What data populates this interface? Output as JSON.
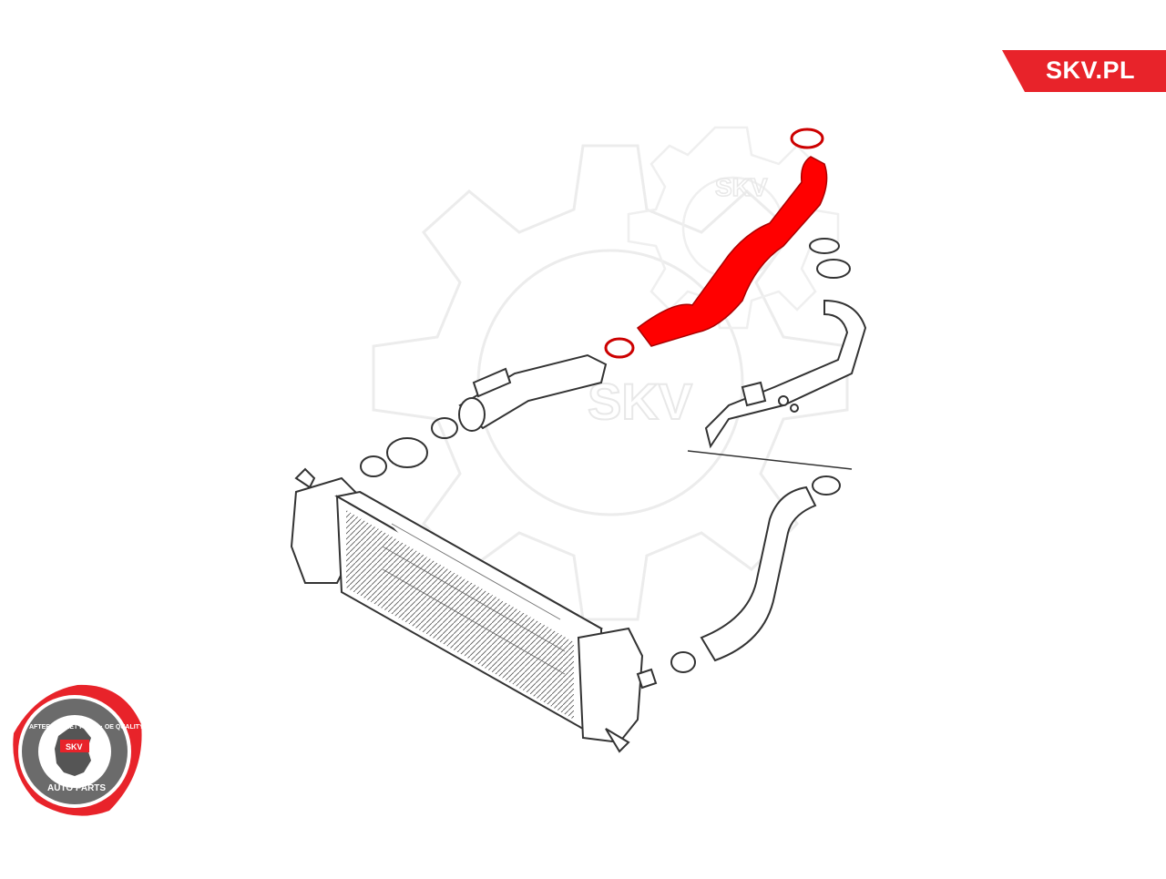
{
  "header": {
    "brand": "SKV.PL"
  },
  "watermark": {
    "text_center": "SKV",
    "text_small": "SKV"
  },
  "badge": {
    "arc_top": "AFTERMARKET PRICE · OE QUALITY",
    "arc_bottom": "AUTO PARTS",
    "center": "SKV"
  },
  "colors": {
    "accent": "#e8232a",
    "highlight_part": "#ff0000",
    "line": "#333333",
    "watermark": "#eeeeee"
  }
}
